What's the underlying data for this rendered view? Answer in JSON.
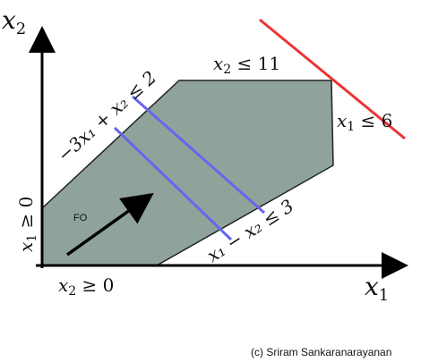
{
  "axes": {
    "x_label": "x",
    "x_sub": "1",
    "y_label": "x",
    "y_sub": "2"
  },
  "constraints": {
    "top": {
      "var": "x",
      "sub": "2",
      "rest": " ≤ 11"
    },
    "right": {
      "var": "x",
      "sub": "1",
      "rest": " ≤ 6"
    },
    "left_bound": {
      "var": "x",
      "sub": "1",
      "rest": " ≥ 0"
    },
    "bottom_bound": {
      "var": "x",
      "sub": "2",
      "rest": " ≥ 0"
    },
    "diag_upper": {
      "text": "−3x₁ + x₂ ≤ 2"
    },
    "diag_lower": {
      "text": "x₁ − x₂ ≤ 3"
    }
  },
  "objective": {
    "label": "FO"
  },
  "credit": "(c) Sriram Sankaranarayanan",
  "colors": {
    "region_fill": "#8fa39a",
    "region_stroke": "#222222",
    "blue_lines": "#6666ee",
    "red_line": "#ee3333",
    "axes": "#000000"
  }
}
